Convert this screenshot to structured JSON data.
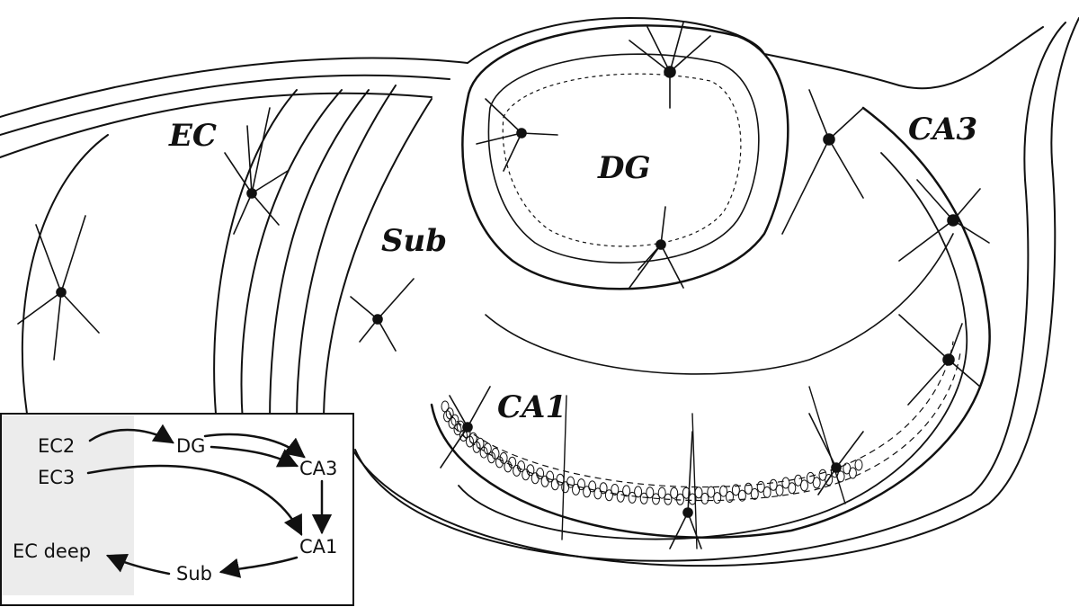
{
  "regions": {
    "ec": "EC",
    "dg": "DG",
    "ca3": "CA3",
    "sub": "Sub",
    "ca1": "CA1"
  },
  "inset": {
    "ec2": "EC2",
    "ec3": "EC3",
    "dg": "DG",
    "ca3": "CA3",
    "ca1": "CA1",
    "ec_deep": "EC deep",
    "sub": "Sub"
  }
}
